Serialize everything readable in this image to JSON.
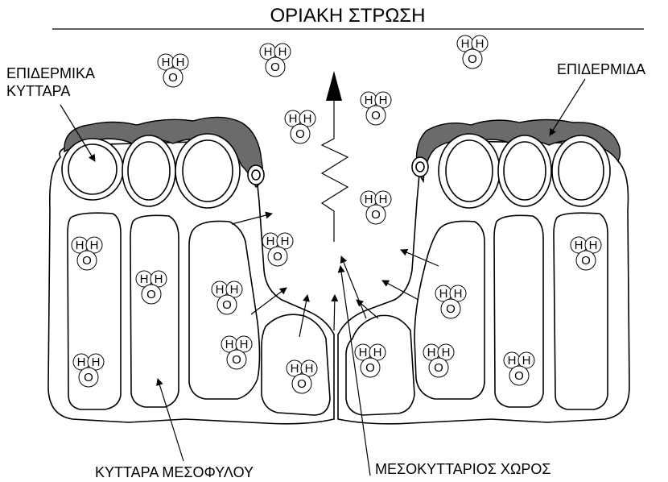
{
  "title": "ΟΡΙΑΚΗ ΣΤΡΩΣΗ",
  "labels": {
    "epidermal_cells": [
      "ΕΠΙΔΕΡΜΙΚΑ",
      "ΚΥΤΤΑΡΑ"
    ],
    "epidermis": "ΕΠΙΔΕΡΜΙΔΑ",
    "mesophyll_cells": "ΚΥΤΤΑΡΑ ΜΕΣΟΦΥΛΟΥ",
    "intercellular_space": "ΜΕΣΟΚΥΤΤΑΡΙΟΣ ΧΩΡΟΣ"
  },
  "molecule": {
    "h": "H",
    "o": "O"
  },
  "colors": {
    "cuticle": "#6b6b6b",
    "line": "#000000",
    "background": "#ffffff"
  }
}
